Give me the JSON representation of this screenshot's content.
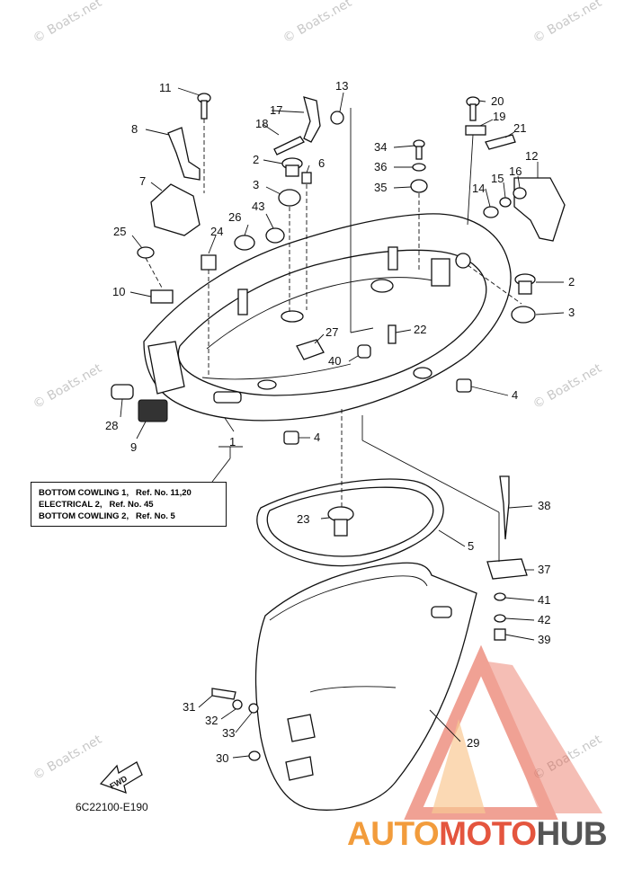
{
  "watermark": "© Boats.net",
  "doc_code": "6C22100-E190",
  "fwd_label": "FWD",
  "reference_lines": [
    "BOTTOM COWLING 1,   Ref. No. 11,20",
    "ELECTRICAL 2,   Ref. No. 45",
    "BOTTOM COWLING 2,   Ref. No. 5"
  ],
  "logo": {
    "part1": "AUTO",
    "part2": "MOTO",
    "part3": "HUB"
  },
  "colors": {
    "logo_orange": "#f29c3c",
    "logo_red": "#e4553e",
    "logo_gray": "#555555"
  },
  "callouts": {
    "c1": "1",
    "c2a": "2",
    "c2b": "2",
    "c3a": "3",
    "c3b": "3",
    "c4a": "4",
    "c4b": "4",
    "c5": "5",
    "c6": "6",
    "c7": "7",
    "c8": "8",
    "c9": "9",
    "c10": "10",
    "c11": "11",
    "c12": "12",
    "c13": "13",
    "c14": "14",
    "c15": "15",
    "c16": "16",
    "c17": "17",
    "c18": "18",
    "c19": "19",
    "c20": "20",
    "c21": "21",
    "c22": "22",
    "c23": "23",
    "c24": "24",
    "c25": "25",
    "c26": "26",
    "c27": "27",
    "c28": "28",
    "c29": "29",
    "c30": "30",
    "c31": "31",
    "c32": "32",
    "c33": "33",
    "c34": "34",
    "c35": "35",
    "c36": "36",
    "c37": "37",
    "c38": "38",
    "c39": "39",
    "c40": "40",
    "c41": "41",
    "c42": "42",
    "c43": "43"
  }
}
